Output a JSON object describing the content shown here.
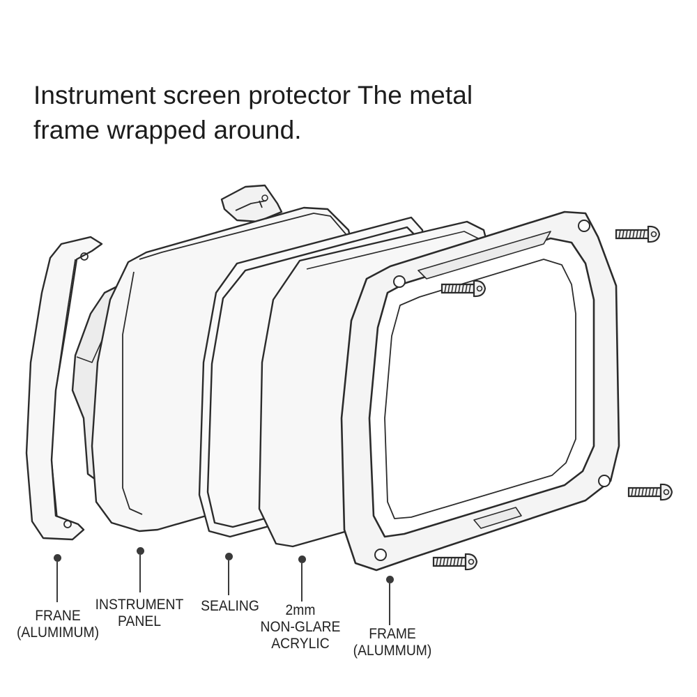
{
  "title": {
    "line1": "Instrument screen protector The metal",
    "line2": "frame wrapped around."
  },
  "labels": {
    "frame_left": {
      "line1": "FRANE",
      "line2": "(ALUMIMUM)"
    },
    "instrument_panel": {
      "line1": "INSTRUMENT",
      "line2": "PANEL"
    },
    "sealing": {
      "line1": "SEALING"
    },
    "acrylic": {
      "line1": "2mm",
      "line2": "NON-GLARE",
      "line3": "ACRYLIC"
    },
    "frame_right": {
      "line1": "FRAME",
      "line2": "(ALUMMUM)"
    }
  },
  "colors": {
    "stroke": "#2b2b2b",
    "fill": "#f7f7f7",
    "text": "#222222"
  },
  "icons": [
    "screw-icon"
  ]
}
